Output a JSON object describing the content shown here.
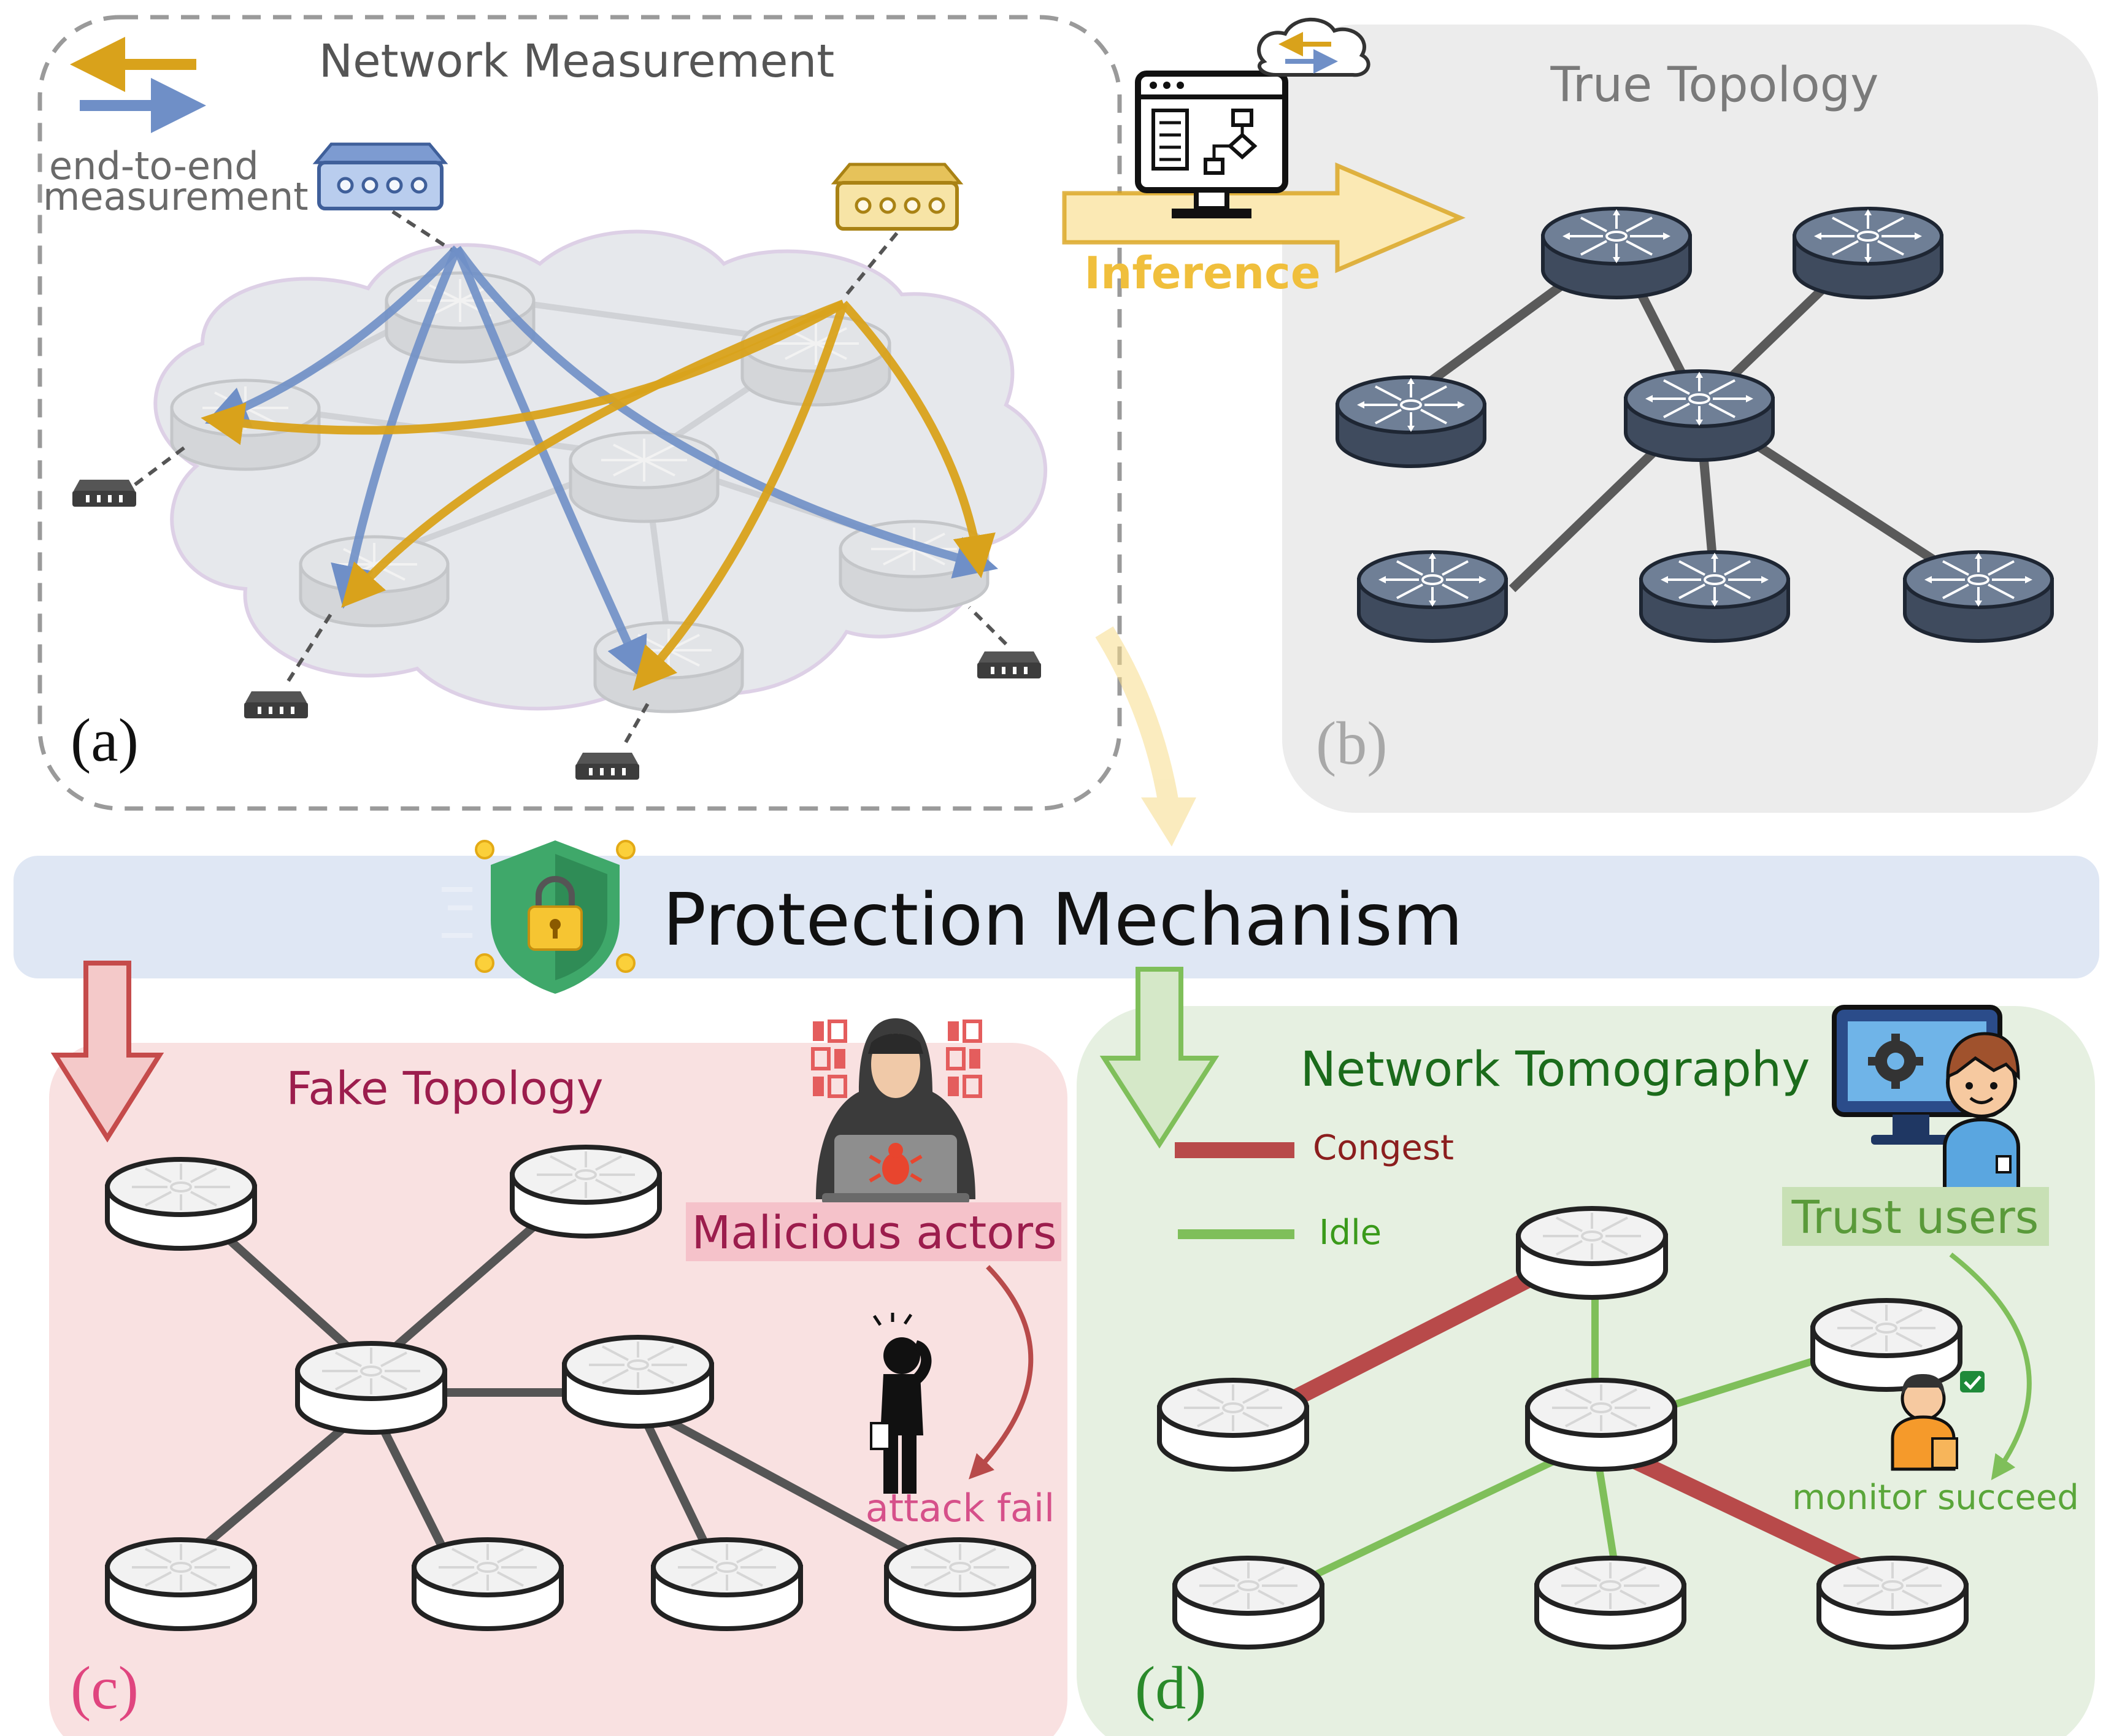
{
  "panel_a": {
    "title": "Network Measurement",
    "legend_label_1": "end-to-end",
    "legend_label_2": "measurement",
    "tag": "(a)"
  },
  "panel_b": {
    "title": "True Topology",
    "tag": "(b)"
  },
  "inference_label": "Inference",
  "protection": {
    "label": "Protection Mechanism"
  },
  "panel_c": {
    "title": "Fake Topology",
    "actor_label": "Malicious actors",
    "result_label": "attack fail",
    "tag": "(c)"
  },
  "panel_d": {
    "title": "Network Tomography",
    "legend_congest": "Congest",
    "legend_idle": "Idle",
    "user_label": "Trust users",
    "result_label": "monitor succeed",
    "tag": "(d)"
  },
  "colors": {
    "measure_blue": "#6f8fc7",
    "measure_gold": "#d9a21b",
    "router_dark": "#59687d",
    "congest": "#b84a4a",
    "idle": "#7fbf5a",
    "fake_bg": "#f9e1e1",
    "tomo_bg": "#e6f0e1",
    "protection_bar": "#dde6f3",
    "fake_title": "#9c1d4d",
    "tomo_title": "#1b6b1b"
  }
}
